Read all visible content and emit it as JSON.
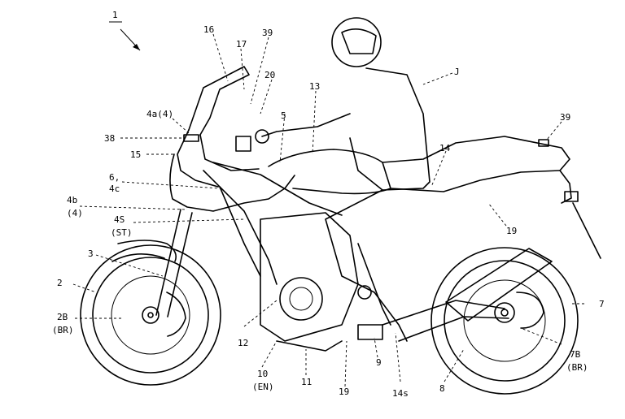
{
  "figure": {
    "number": "1",
    "labels": [
      {
        "id": "l16",
        "text": "16"
      },
      {
        "id": "l17",
        "text": "17"
      },
      {
        "id": "l39a",
        "text": "39"
      },
      {
        "id": "l20",
        "text": "20"
      },
      {
        "id": "l13",
        "text": "13"
      },
      {
        "id": "lJ",
        "text": "J"
      },
      {
        "id": "l4a",
        "text": "4a(4)"
      },
      {
        "id": "l5",
        "text": "5"
      },
      {
        "id": "l38",
        "text": "38"
      },
      {
        "id": "l15",
        "text": "15"
      },
      {
        "id": "l14",
        "text": "14"
      },
      {
        "id": "l39b",
        "text": "39"
      },
      {
        "id": "l6",
        "text": "6,"
      },
      {
        "id": "l4c",
        "text": "4c"
      },
      {
        "id": "l4b",
        "text": "4b"
      },
      {
        "id": "l4bp",
        "text": "(4)"
      },
      {
        "id": "l4S",
        "text": "4S"
      },
      {
        "id": "lST",
        "text": "(ST)"
      },
      {
        "id": "l19a",
        "text": "19"
      },
      {
        "id": "l3",
        "text": "3"
      },
      {
        "id": "l2",
        "text": "2"
      },
      {
        "id": "l7",
        "text": "7"
      },
      {
        "id": "l2B",
        "text": "2B"
      },
      {
        "id": "lBR1",
        "text": "(BR)"
      },
      {
        "id": "l12",
        "text": "12"
      },
      {
        "id": "l7B",
        "text": "7B"
      },
      {
        "id": "lBR2",
        "text": "(BR)"
      },
      {
        "id": "l10",
        "text": "10"
      },
      {
        "id": "lEN",
        "text": "(EN)"
      },
      {
        "id": "l11",
        "text": "11"
      },
      {
        "id": "l9",
        "text": "9"
      },
      {
        "id": "l8",
        "text": "8"
      },
      {
        "id": "l19b",
        "text": "19"
      },
      {
        "id": "l14s",
        "text": "14s"
      }
    ]
  }
}
